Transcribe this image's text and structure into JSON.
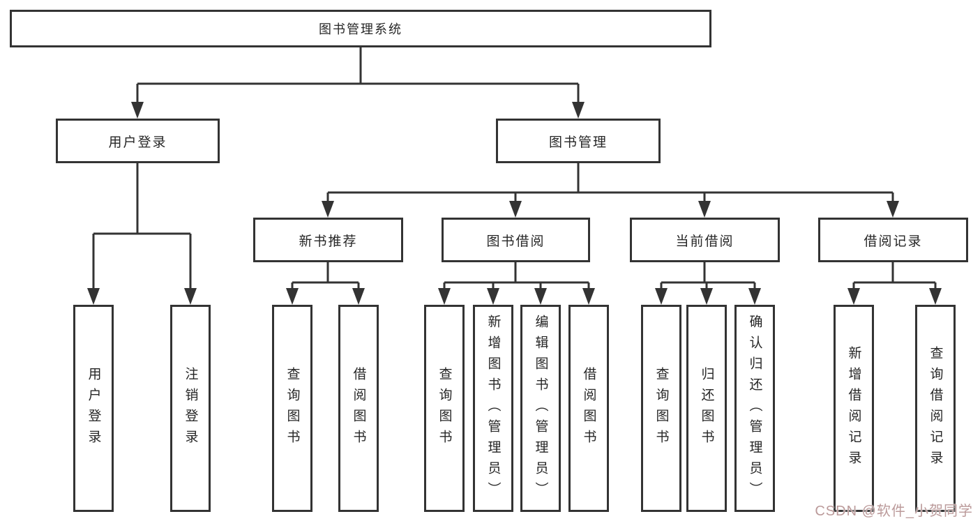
{
  "diagram": {
    "root": {
      "label": "图书管理系统"
    },
    "branches": [
      {
        "label": "用户登录",
        "children": [
          "用户登录",
          "注销登录"
        ]
      },
      {
        "label": "图书管理",
        "groups": [
          {
            "label": "新书推荐",
            "children": [
              "查询图书",
              "借阅图书"
            ]
          },
          {
            "label": "图书借阅",
            "children": [
              "查询图书",
              "新增图书（管理员）",
              "编辑图书（管理员）",
              "借阅图书"
            ]
          },
          {
            "label": "当前借阅",
            "children": [
              "查询图书",
              "归还图书",
              "确认归还（管理员）"
            ]
          },
          {
            "label": "借阅记录",
            "children": [
              "新增借阅记录",
              "查询借阅记录"
            ]
          }
        ]
      }
    ]
  },
  "watermark": {
    "text": "CSDN @软件_小贺同学"
  },
  "colors": {
    "line": "#333333",
    "box_border": "#333333",
    "text": "#262626",
    "watermark": "#bb9a9a"
  }
}
